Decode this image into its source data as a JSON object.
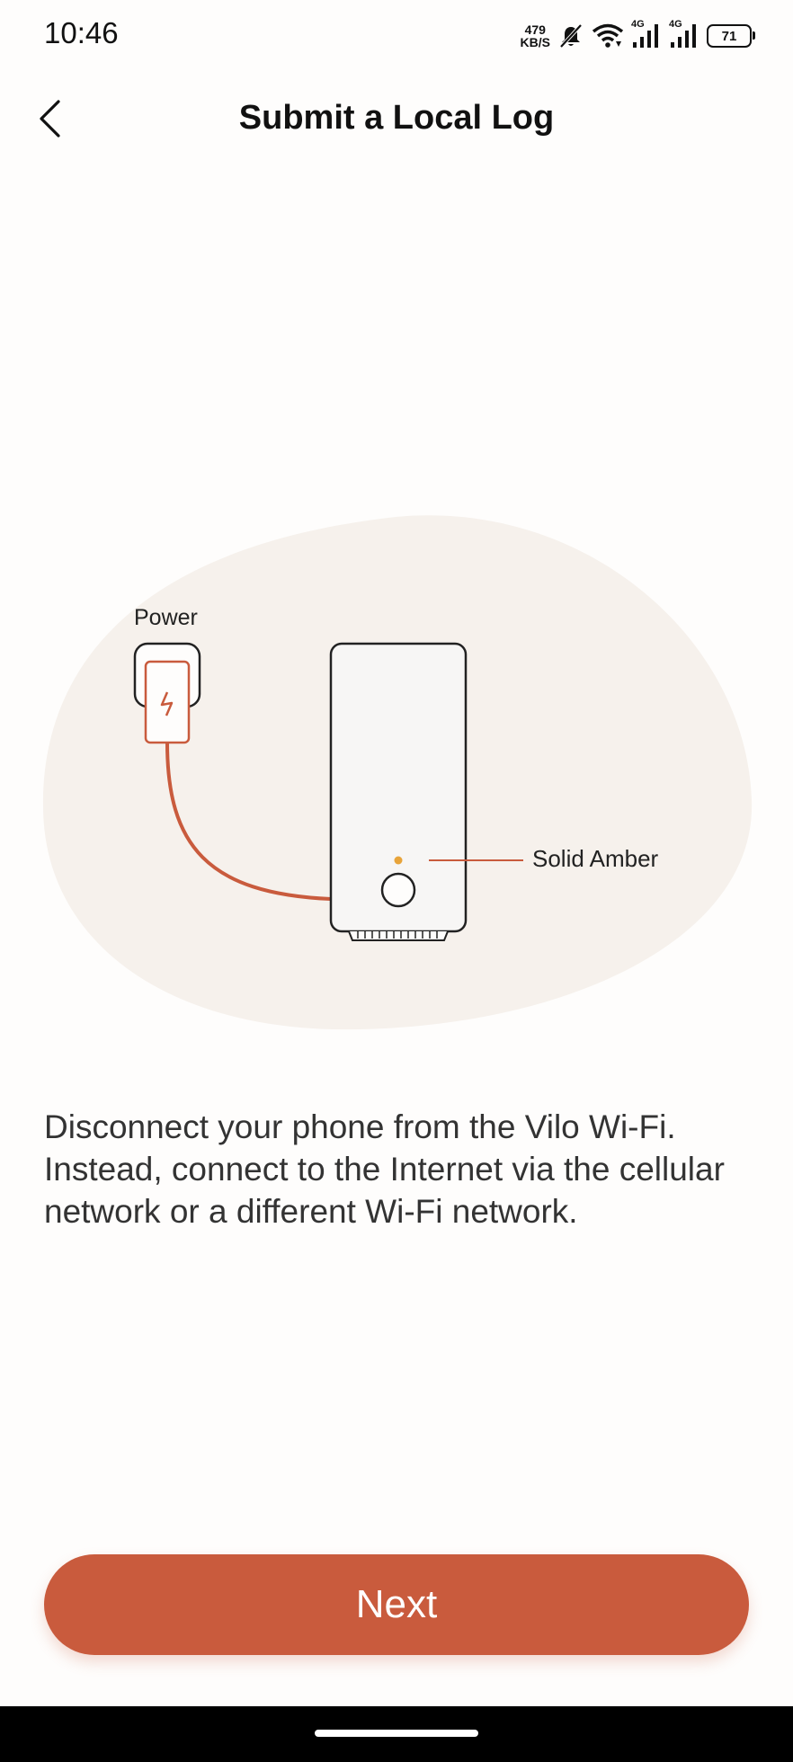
{
  "status_bar": {
    "time": "10:46",
    "net_speed_value": "479",
    "net_speed_unit": "KB/S",
    "signal_1_label": "4G",
    "signal_2_label": "4G",
    "battery_level": "71"
  },
  "header": {
    "title": "Submit a Local Log",
    "back_icon": "chevron-left-icon"
  },
  "illustration": {
    "power_label": "Power",
    "led_label": "Solid Amber",
    "colors": {
      "blob": "#f6f1ec",
      "cable": "#c95b3d",
      "led": "#e8a43a",
      "device_fill": "#f7f6f5",
      "outline": "#222222"
    }
  },
  "instructions": {
    "text": "Disconnect your phone from the Vilo Wi-Fi. Instead, connect to the Internet via the cellular network or a different Wi-Fi network."
  },
  "footer": {
    "next_label": "Next"
  },
  "theme": {
    "accent": "#c95b3d",
    "background": "#fefdfc"
  }
}
